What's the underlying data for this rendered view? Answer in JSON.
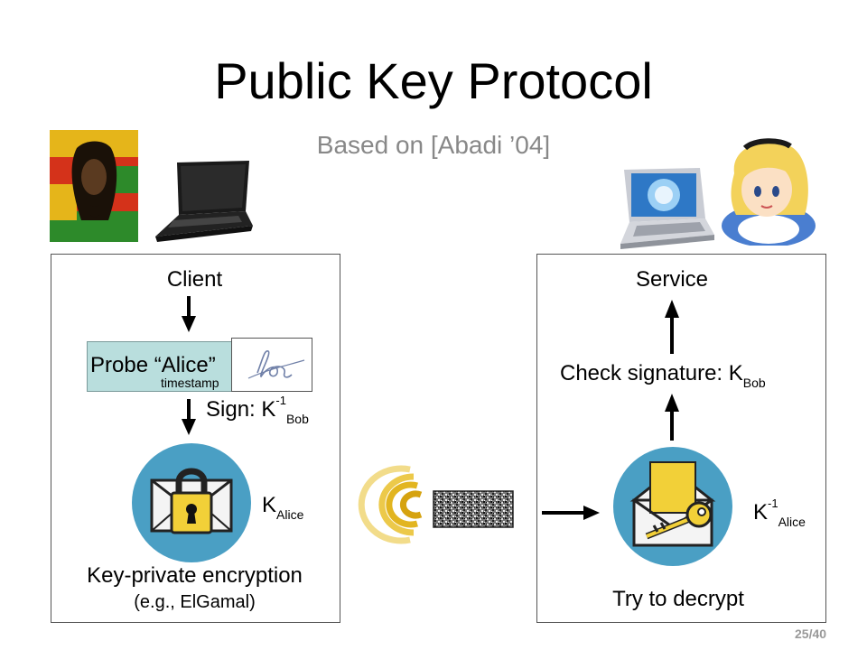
{
  "slide": {
    "title": "Public Key Protocol",
    "subtitle": "Based on [Abadi ’04]",
    "page_number": "25/40"
  },
  "client_panel": {
    "heading": "Client",
    "probe_label": "Probe “Alice”",
    "timestamp_label": "timestamp",
    "sign_label": "Sign:",
    "sign_key": "K",
    "sign_key_sup": "-1",
    "sign_key_sub": "Bob",
    "enc_key": "K",
    "enc_key_sub": "Alice",
    "footer_line1": "Key-private encryption",
    "footer_line2": "(e.g., ElGamal)"
  },
  "service_panel": {
    "heading": "Service",
    "check_label": "Check signature:",
    "check_key": "K",
    "check_key_sub": "Bob",
    "dec_key": "K",
    "dec_key_sup": "-1",
    "dec_key_sub": "Alice",
    "footer": "Try to decrypt"
  },
  "icons": [
    "bob-portrait-icon",
    "laptop-icon",
    "alice-laptop-icon",
    "alice-portrait-icon",
    "lock-envelope-icon",
    "key-envelope-icon",
    "wireless-signal-icon",
    "noise-ciphertext-icon"
  ],
  "colors": {
    "probe_bg": "#b9dedd",
    "circle": "#4a9fc4",
    "subtitle": "#888888"
  }
}
